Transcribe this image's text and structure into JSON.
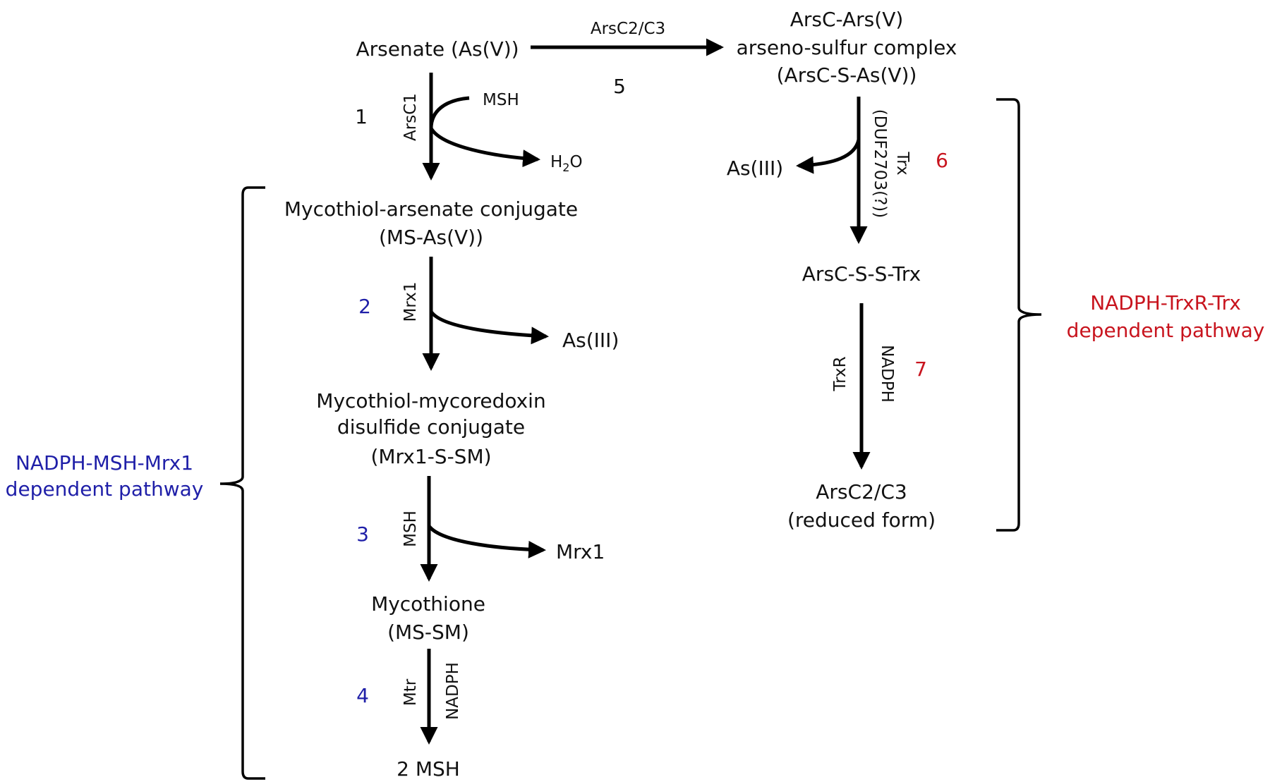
{
  "nodes": {
    "arsenate": "Arsenate (As(V))",
    "arsc_complex": [
      "ArsC-Ars(V)",
      "arseno-sulfur complex",
      "(ArsC-S-As(V))"
    ],
    "ms_as": [
      "Mycothiol-arsenate conjugate",
      "(MS-As(V))"
    ],
    "mrx1_ssm": [
      "Mycothiol-mycoredoxin",
      "disulfide conjugate",
      "(Mrx1-S-SM)"
    ],
    "mycothione": [
      "Mycothione",
      "(MS-SM)"
    ],
    "two_msh": "2 MSH",
    "arsc_trx": "ArsC-S-S-Trx",
    "reduced": [
      "ArsC2/C3",
      "(reduced form)"
    ]
  },
  "reactions": {
    "r1": {
      "step": "1",
      "enzyme": "ArsC1",
      "cosubstrate": "MSH",
      "product_main": "H",
      "product_sub": "2",
      "product_tail": "O"
    },
    "r2": {
      "step": "2",
      "enzyme": "Mrx1",
      "product": "As(III)"
    },
    "r3": {
      "step": "3",
      "enzyme": "MSH",
      "product": "Mrx1"
    },
    "r4": {
      "step": "4",
      "enzyme": "Mtr",
      "cofactor": "NADPH"
    },
    "r5": {
      "step": "5",
      "enzyme": "ArsC2/C3"
    },
    "r6": {
      "step": "6",
      "enzyme": "Trx",
      "cofactor": "(DUF2703(?))",
      "product": "As(III)"
    },
    "r7": {
      "step": "7",
      "enzyme": "TrxR",
      "cofactor": "NADPH"
    }
  },
  "pathways": {
    "msh": [
      "NADPH-MSH-Mrx1",
      "dependent pathway"
    ],
    "trx": [
      "NADPH-TrxR-Trx",
      "dependent pathway"
    ]
  },
  "colors": {
    "text": "#111111",
    "arrow": "#000000",
    "msh_pathway": "#1f1fa8",
    "trx_pathway": "#c8141e"
  }
}
